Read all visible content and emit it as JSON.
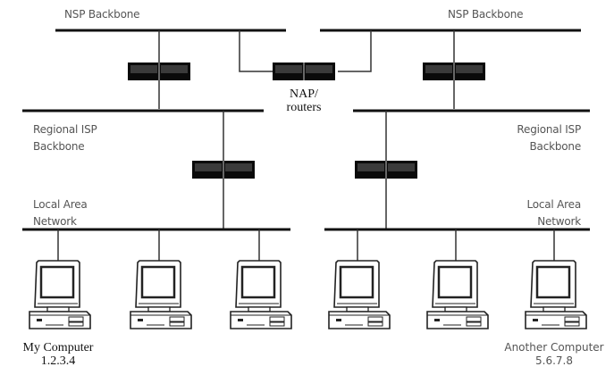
{
  "labels": {
    "nsp_left": "NSP Backbone",
    "nsp_right": "NSP Backbone",
    "nap_line1": "NAP/",
    "nap_line2": "routers",
    "regional_left_1": "Regional ISP",
    "regional_left_2": "Backbone",
    "regional_right_1": "Regional ISP",
    "regional_right_2": "Backbone",
    "lan_left_1": "Local Area",
    "lan_left_2": "Network",
    "lan_right_1": "Local Area",
    "lan_right_2": "Network",
    "my_computer": "My Computer",
    "my_ip": "1.2.3.4",
    "another_computer": "Another Computer",
    "another_ip": "5.6.7.8"
  }
}
